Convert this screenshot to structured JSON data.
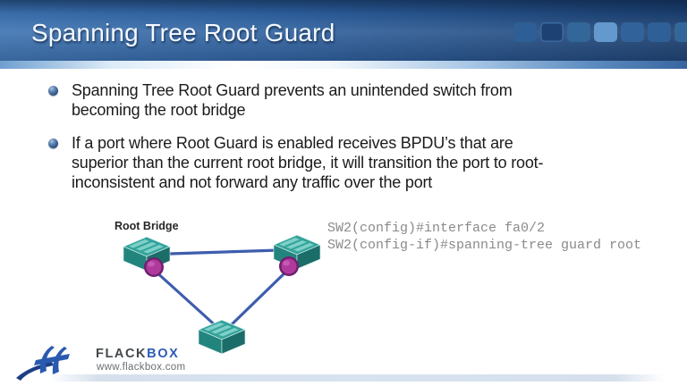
{
  "slide": {
    "title": "Spanning Tree Root Guard",
    "bullets": [
      {
        "text": "Spanning Tree Root Guard prevents an unintended switch from\nbecoming the root bridge"
      },
      {
        "text": "If a port where Root Guard is enabled receives BPDU’s that are\nsuperior than the current root bridge, it will transition the port to root-\ninconsistent and not forward any traffic over the port"
      }
    ]
  },
  "header": {
    "squares": [
      {
        "color": "#2d5e95"
      },
      {
        "color": "#1e4173",
        "outlined": true,
        "outline": "#3c6aa2"
      },
      {
        "color": "#336699"
      },
      {
        "color": "#6399cd"
      },
      {
        "color": "#32629a"
      },
      {
        "color": "#2e5f96"
      },
      {
        "color": "#336699"
      }
    ]
  },
  "diagram": {
    "root_bridge_label": "Root Bridge",
    "switch_color": "#33a39b",
    "link_color": "#3e5dad",
    "port_indicator_color": "#a93397"
  },
  "code": {
    "text": "SW2(config)#interface fa0/2\nSW2(config-if)#spanning-tree guard root"
  },
  "footer": {
    "brand_flack": "FLACK",
    "brand_box": "BOX",
    "url": "www.flackbox.com"
  },
  "theme": {
    "header_blue_dark": "#1a3e6e",
    "header_blue": "#2d5f9d",
    "header_blue_light": "#3c72b0",
    "accent_square_light": "#6399cd",
    "body_text": "#1b1b1b",
    "code_gray": "#8a8a8a",
    "brand_blue": "#2d5bb8"
  }
}
